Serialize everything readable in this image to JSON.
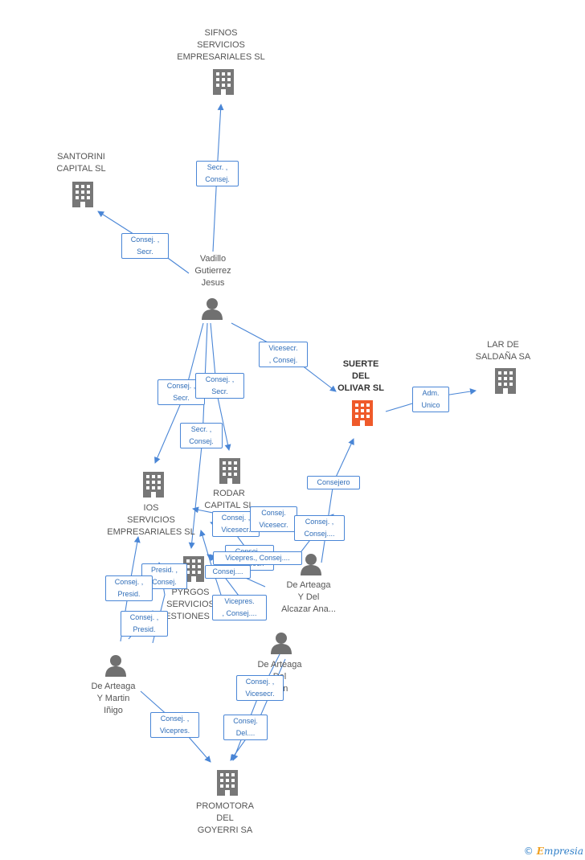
{
  "nodes": [
    {
      "id": "sifnos",
      "type": "company",
      "label": "SIFNOS\nSERVICIOS\nEMPRESARIALES SL"
    },
    {
      "id": "santorini",
      "type": "company",
      "label": "SANTORINI\nCAPITAL SL"
    },
    {
      "id": "vadillo",
      "type": "person",
      "label": "Vadillo\nGutierrez\nJesus"
    },
    {
      "id": "suerte",
      "type": "company",
      "focus": true,
      "label": "SUERTE\nDEL\nOLIVAR SL"
    },
    {
      "id": "lar",
      "type": "company",
      "label": "LAR DE\nSALDAÑA SA"
    },
    {
      "id": "ios",
      "type": "company",
      "label": "IOS\nSERVICIOS\nEMPRESARIALES SL"
    },
    {
      "id": "rodar",
      "type": "company",
      "label": "RODAR\nCAPITAL SL"
    },
    {
      "id": "pyrgos",
      "type": "company",
      "label": "PYRGOS\nSERVICIOS\nGESTIONES SL"
    },
    {
      "id": "dearteaga_ana",
      "type": "person",
      "label": "De Arteaga\nY Del\nAlcazar Ana..."
    },
    {
      "id": "dearteaga_ivan",
      "type": "person",
      "label": "De Arteaga\nDel\nIvan"
    },
    {
      "id": "dearteaga_inigo",
      "type": "person",
      "label": "De Arteaga\nY Martin\nIñigo"
    },
    {
      "id": "promotora",
      "type": "company",
      "label": "PROMOTORA\nDEL\nGOYERRI SA"
    }
  ],
  "edge_labels": [
    {
      "id": "e1",
      "text": "Secr. ,\nConsej."
    },
    {
      "id": "e2",
      "text": "Consej. ,\nSecr."
    },
    {
      "id": "e3",
      "text": "Vicesecr.\n, Consej."
    },
    {
      "id": "e4",
      "text": "Adm.\nUnico"
    },
    {
      "id": "e5",
      "text": "Consej. ,\nSecr."
    },
    {
      "id": "e6",
      "text": "Consej. ,\nSecr."
    },
    {
      "id": "e7",
      "text": "Secr. ,\nConsej."
    },
    {
      "id": "e8",
      "text": "Consejero"
    },
    {
      "id": "e9",
      "text": "Consej. ,\nVicesecr."
    },
    {
      "id": "e10",
      "text": "Consej.\nVicesecr."
    },
    {
      "id": "e11",
      "text": "Consej. ,\nConsej...."
    },
    {
      "id": "e12",
      "text": "Consej. ,\nVicesecr."
    },
    {
      "id": "e13",
      "text": "Vicepres., Consej...."
    },
    {
      "id": "e14",
      "text": "Presid. ,\nConsej."
    },
    {
      "id": "e15",
      "text": "Consej. ,\nPresid."
    },
    {
      "id": "e16",
      "text": "Consej. ,\nPresid."
    },
    {
      "id": "e17",
      "text": "Consej...."
    },
    {
      "id": "e18",
      "text": "Vicepres.\n, Consej...."
    },
    {
      "id": "e19",
      "text": "Consej. ,\nVicesecr."
    },
    {
      "id": "e20",
      "text": "Consej.\nDel...."
    },
    {
      "id": "e21",
      "text": "Consej. ,\nVicepres."
    }
  ],
  "colors": {
    "company": "#777777",
    "focus": "#ef5a2a",
    "person": "#707070",
    "edge": "#4a86d6"
  },
  "brand": {
    "copyright": "©",
    "name_initial": "E",
    "name_rest": "mpresia"
  }
}
